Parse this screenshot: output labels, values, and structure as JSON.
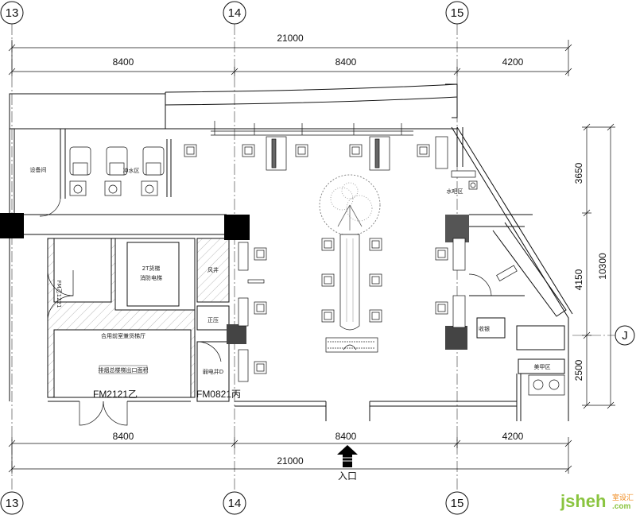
{
  "grid_axes": {
    "vertical": [
      "13",
      "14",
      "15"
    ],
    "horizontal": [
      "J"
    ]
  },
  "dimensions": {
    "top_total": "21000",
    "top_segments": [
      "8400",
      "8400",
      "4200"
    ],
    "bottom_segments": [
      "8400",
      "8400",
      "4200"
    ],
    "bottom_total": "21000",
    "right_segments": [
      "3650",
      "4150",
      "2500"
    ],
    "right_total": "10300"
  },
  "rooms": {
    "equipment": "设备间",
    "wash_area": "冲水区",
    "water_bar": "水吧区",
    "elevator": "2T货梯\n消防电梯",
    "shaft": "风井",
    "pressure": "正压",
    "strong_elec": "弱电井D",
    "lobby": "合用前室兼货梯厅",
    "lobby_sign": "排烟总楼梯出口面积",
    "cashier": "收银",
    "nail_area": "美甲区"
  },
  "doors": {
    "fm_left": "FM乙1221",
    "fm_bottom": "FM2121乙",
    "fm_right": "FM0821丙"
  },
  "entrance": {
    "label": "入口"
  },
  "watermark": {
    "brand": "jsheh",
    "suffix": ".com",
    "cn": "室设汇"
  },
  "colors": {
    "line": "#111111",
    "hatch": "#999999",
    "dark_fill": "#555555",
    "brand_green": "#8ac43f",
    "brand_orange": "#f08a1c"
  }
}
